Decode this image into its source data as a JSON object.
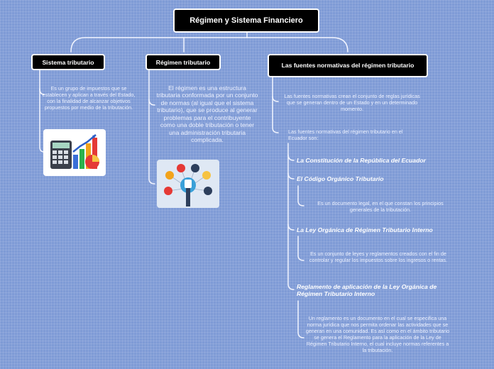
{
  "title": "Régimen y Sistema Financiero",
  "branches": {
    "sistema": {
      "title": "Sistema tributario",
      "text": "Es un grupo de impuestos que se establecen y aplican a través del Estado, con la finalidad de alcanzar objetivos propuestos por medio de la tributación.",
      "image_icon": "calculator-chart-icon"
    },
    "regimen": {
      "title": "Régimen tributario",
      "text": "El régimen es una estructura tributaria conformada por un conjunto de normas (al igual que el sistema tributario), que se produce al generar problemas para el contribuyente como una doble tributación o tener una administración tributaria complicada.",
      "image_icon": "finance-gears-icon"
    },
    "fuentes": {
      "title": "Las fuentes normativas del régimen tributario",
      "intro": "Las fuentes normativas crean el conjunto de reglas jurídicas que se generan dentro de un Estado y en un determinado momento.",
      "list_intro": "Las fuentes normativas del régimen tributario en el Ecuador son:",
      "items": [
        {
          "title": "La Constitución de la República del Ecuador",
          "desc": ""
        },
        {
          "title": "El Código Orgánico Tributario",
          "desc": "Es un documento legal, en el que constan los principios generales de la tributación."
        },
        {
          "title": "La Ley Orgánica de Régimen Tributario Interno",
          "desc": "Es un conjunto de leyes y reglamentos creados con el fin de controlar y regular los impuestos sobre los ingresos o rentas."
        },
        {
          "title": "Reglamento de aplicación de la Ley Orgánica de Régimen Tributario Interno",
          "desc": "Un reglamento es un documento en el cual se especifica una norma jurídica que nos permita ordenar las actividades que se generan en una comunidad. Es así como en el ámbito tributario se genera el Reglamento para la aplicación de la Ley de Régimen Tributario Interno, el cual incluye normas referentes a la tributación."
        }
      ]
    }
  },
  "colors": {
    "background": "#7f9bd6",
    "node": "#000000",
    "line": "#ffffff"
  }
}
